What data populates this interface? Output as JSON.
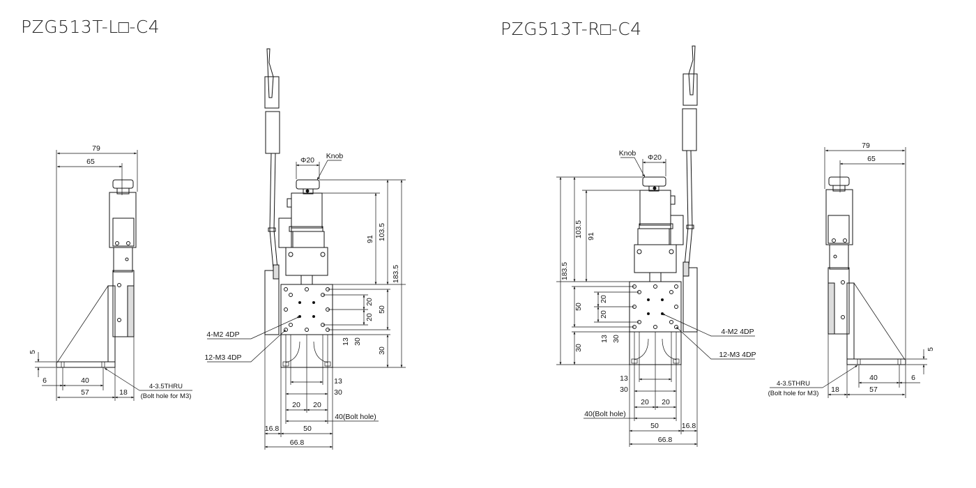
{
  "left": {
    "title": "PZG513T-L□-C4",
    "side": {
      "d79": "79",
      "d65": "65",
      "d5": "5",
      "d6": "6",
      "d40": "40",
      "d57": "57",
      "d18": "18",
      "thru": "4-3.5THRU",
      "bolt": "(Bolt hole for M3)"
    },
    "front": {
      "phi": "Φ20",
      "knob": "Knob",
      "d91": "91",
      "d1035": "103.5",
      "d1835": "183.5",
      "v20a": "20",
      "v50": "50",
      "v20b": "20",
      "v13": "13",
      "v30a": "30",
      "v30b": "30",
      "m2": "4-M2 4DP",
      "m3": "12-M3 4DP",
      "h13": "13",
      "h30": "30",
      "h20a": "20",
      "h20b": "20",
      "bolt40": "40(Bolt hole)",
      "d168": "16.8",
      "d50": "50",
      "d668": "66.8"
    }
  },
  "right": {
    "title": "PZG513T-R□-C4",
    "side": {
      "d79": "79",
      "d65": "65",
      "d5": "5",
      "d6": "6",
      "d40": "40",
      "d57": "57",
      "d18": "18",
      "thru": "4-3.5THRU",
      "bolt": "(Bolt hole for M3)"
    },
    "front": {
      "phi": "Φ20",
      "knob": "Knob",
      "d91": "91",
      "d1035": "103.5",
      "d1835": "183.5",
      "v20a": "20",
      "v50": "50",
      "v20b": "20",
      "v13": "13",
      "v30a": "30",
      "v30b": "30",
      "m2": "4-M2 4DP",
      "m3": "12-M3 4DP",
      "h13": "13",
      "h30": "30",
      "h20a": "20",
      "h20b": "20",
      "bolt40": "40(Bolt hole)",
      "d168": "16.8",
      "d50": "50",
      "d668": "66.8"
    }
  }
}
